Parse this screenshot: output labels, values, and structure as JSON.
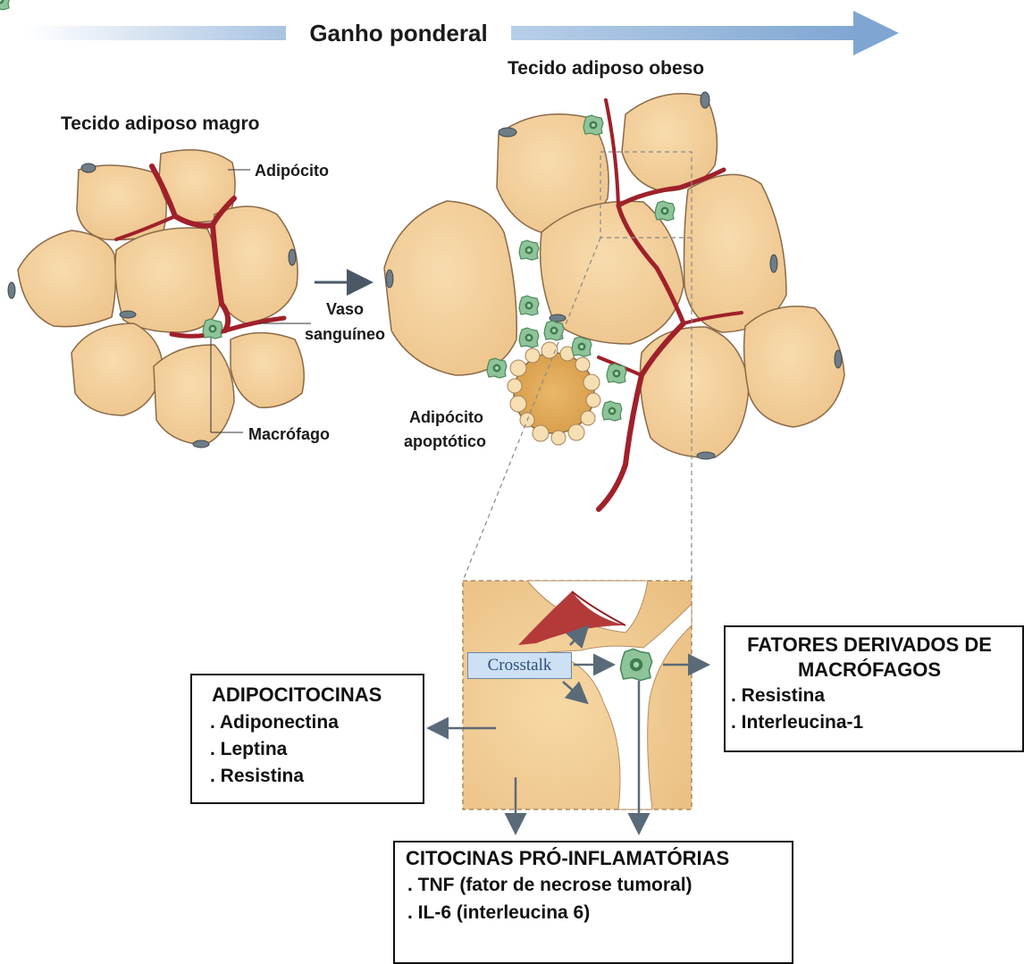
{
  "header": {
    "title": "Ganho ponderal"
  },
  "labels": {
    "lean": "Tecido adiposo magro",
    "obese": "Tecido adiposo obeso",
    "adipocyte": "Adipócito",
    "vessel_line1": "Vaso",
    "vessel_line2": "sanguíneo",
    "macrophage": "Macrófago",
    "apoptotic_line1": "Adipócito",
    "apoptotic_line2": "apoptótico"
  },
  "crosstalk": "Crosstalk",
  "adipocitocinas": {
    "title": "ADIPOCITOCINAS",
    "items": [
      ". Adiponectina",
      ". Leptina",
      ". Resistina"
    ]
  },
  "macrofagos": {
    "title_line1": "FATORES DERIVADOS DE",
    "title_line2": "MACRÓFAGOS",
    "items": [
      ". Resistina",
      ". Interleucina-1"
    ]
  },
  "citocinas": {
    "title": "CITOCINAS PRÓ-INFLAMATÓRIAS",
    "items": [
      ". TNF (fator de necrose tumoral)",
      ". IL-6 (interleucina 6)"
    ]
  },
  "colors": {
    "cell_fill": "#f3cf9b",
    "cell_stroke": "#8a6a48",
    "vessel": "#a0202a",
    "nucleus": "#6f7d86",
    "macrophage": "#7fb88a",
    "arrow": "#5a6a78",
    "banner_arrow": "#8fb0d6"
  }
}
